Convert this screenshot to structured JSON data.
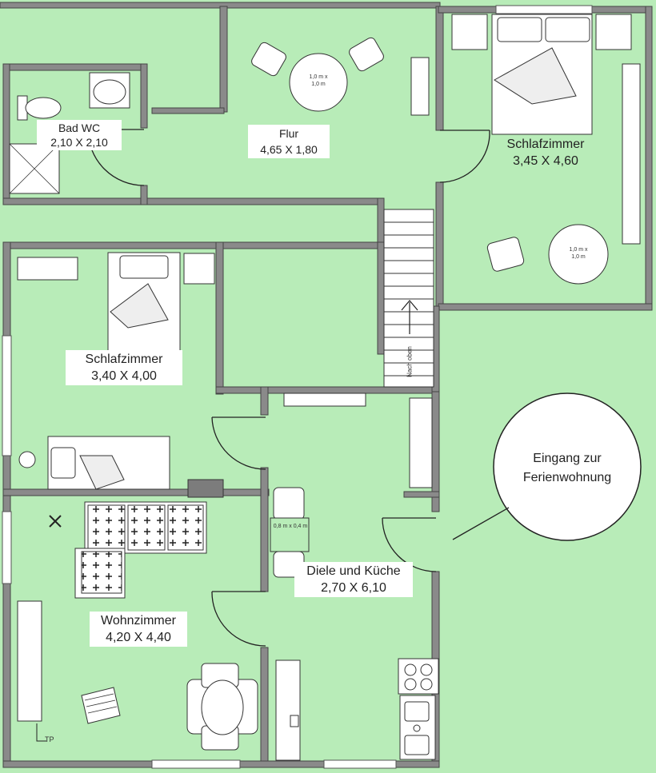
{
  "rooms": {
    "bad": {
      "name": "Bad WC",
      "size": "2,10 X 2,10"
    },
    "flur": {
      "name": "Flur",
      "size": "4,65 X 1,80"
    },
    "schlaf_ost": {
      "name": "Schlafzimmer",
      "size": "3,45 X 4,60"
    },
    "schlaf_west": {
      "name": "Schlafzimmer",
      "size": "3,40 X 4,00"
    },
    "wohn": {
      "name": "Wohnzimmer",
      "size": "4,20 X 4,40"
    },
    "diele": {
      "name": "Diele und Küche",
      "size": "2,70 X 6,10"
    }
  },
  "tables": {
    "flur": {
      "line1": "1,0 m x",
      "line2": "1,0 m"
    },
    "schlaf": {
      "line1": "1,0 m x",
      "line2": "1,0 m"
    },
    "kitchen": "0,8 m x 0,4 m"
  },
  "stairs_label": "Nach oben",
  "tp_label": "TP",
  "callout": {
    "line1": "Eingang zur",
    "line2": "Ferienwohnung"
  },
  "colors": {
    "floor": "#b8ecb8",
    "wall": "#6a6a6a",
    "furniture": "#ffffff"
  }
}
